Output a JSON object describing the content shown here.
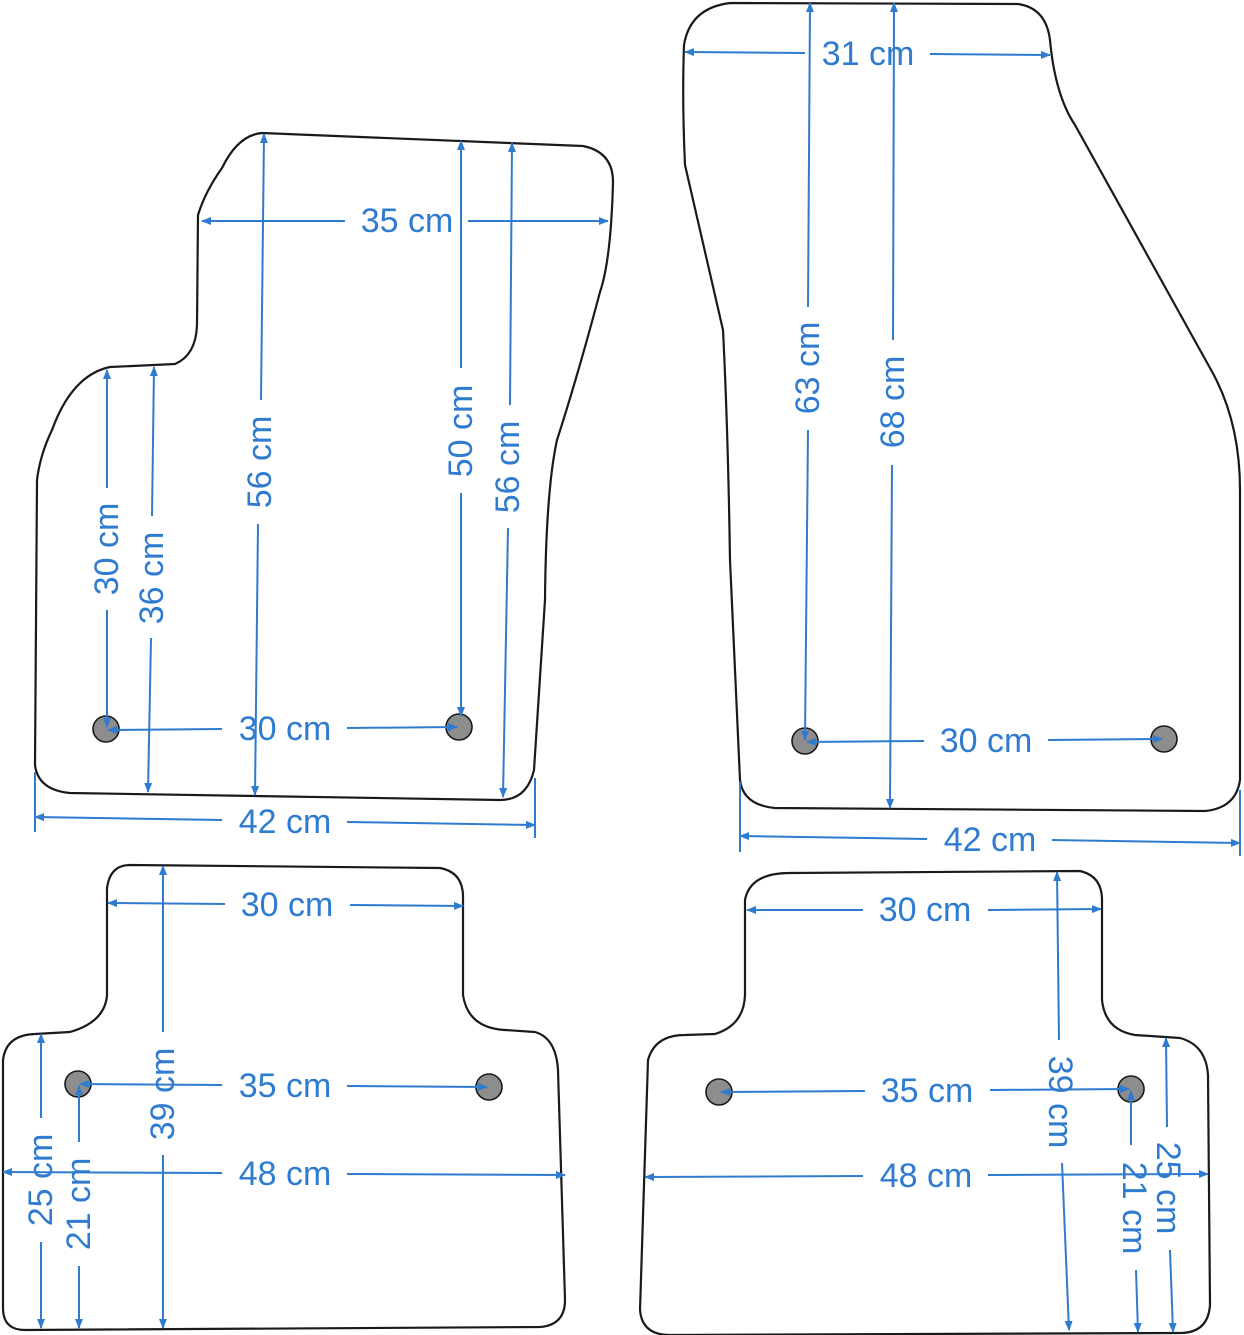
{
  "colors": {
    "dimension": "#2f7bd0",
    "outline": "#1a1a1a",
    "hole": "#8d8d8d",
    "background": "#ffffff"
  },
  "mats": [
    {
      "id": "front-left",
      "dimensions": [
        {
          "id": "top-width",
          "label": "35 cm"
        },
        {
          "id": "height-inner-1",
          "label": "56 cm"
        },
        {
          "id": "height-inner-2",
          "label": "50 cm"
        },
        {
          "id": "height-right",
          "label": "56 cm"
        },
        {
          "id": "height-left-1",
          "label": "30 cm"
        },
        {
          "id": "height-left-2",
          "label": "36 cm"
        },
        {
          "id": "hole-spacing",
          "label": "30 cm"
        },
        {
          "id": "bottom-width",
          "label": "42 cm"
        }
      ]
    },
    {
      "id": "front-right",
      "dimensions": [
        {
          "id": "top-width",
          "label": "31 cm"
        },
        {
          "id": "height-1",
          "label": "63 cm"
        },
        {
          "id": "height-2",
          "label": "68 cm"
        },
        {
          "id": "hole-spacing",
          "label": "30 cm"
        },
        {
          "id": "bottom-width",
          "label": "42 cm"
        }
      ]
    },
    {
      "id": "rear-left",
      "dimensions": [
        {
          "id": "top-width",
          "label": "30 cm"
        },
        {
          "id": "hole-spacing",
          "label": "35 cm"
        },
        {
          "id": "height",
          "label": "39 cm"
        },
        {
          "id": "width",
          "label": "48 cm"
        },
        {
          "id": "height-left-1",
          "label": "25 cm"
        },
        {
          "id": "height-left-2",
          "label": "21 cm"
        }
      ]
    },
    {
      "id": "rear-right",
      "dimensions": [
        {
          "id": "top-width",
          "label": "30 cm"
        },
        {
          "id": "hole-spacing",
          "label": "35 cm"
        },
        {
          "id": "height",
          "label": "39 cm"
        },
        {
          "id": "width",
          "label": "48 cm"
        },
        {
          "id": "height-right-1",
          "label": "25 cm"
        },
        {
          "id": "height-right-2",
          "label": "21 cm"
        }
      ]
    }
  ]
}
